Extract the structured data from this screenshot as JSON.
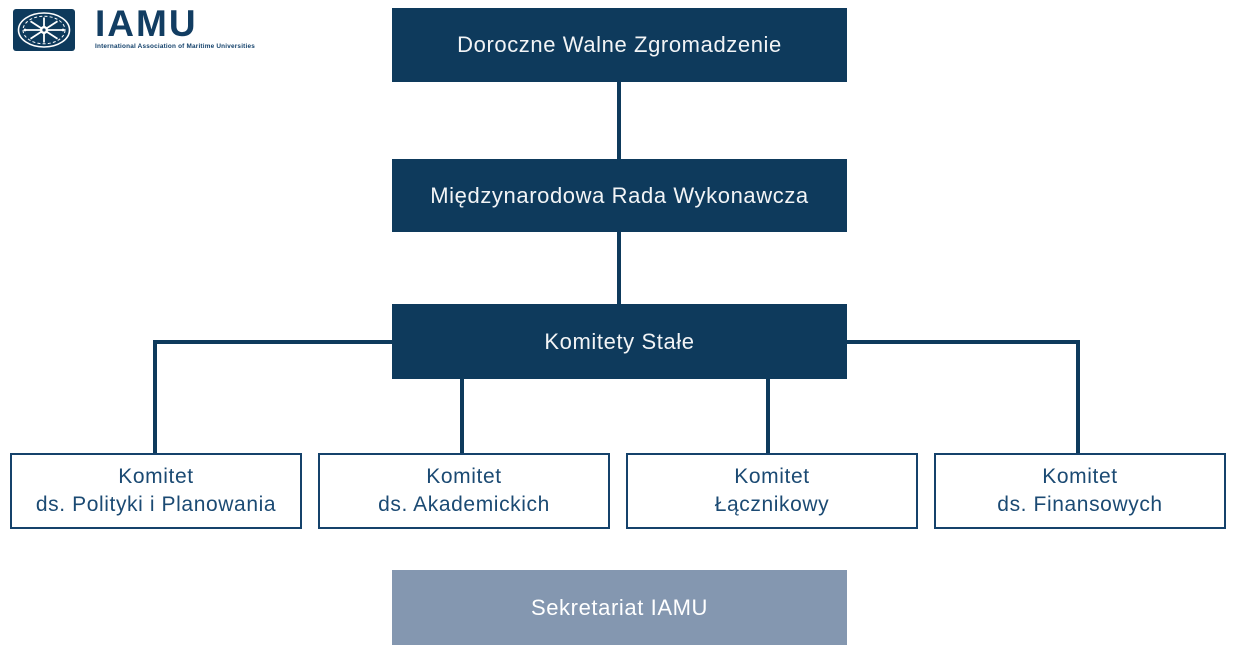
{
  "logo": {
    "acronym": "IAMU",
    "tagline": "International Association of Maritime Universities",
    "mark_icon": "compass-rose-icon"
  },
  "colors": {
    "navy": "#0e3a5c",
    "slate_blue": "#8497b0",
    "committee_text": "#1b4a73",
    "background": "#ffffff"
  },
  "diagram": {
    "type": "org-chart",
    "nodes": {
      "annual_general_assembly": {
        "label": "Doroczne Walne Zgromadzenie",
        "variant": "filled-navy"
      },
      "international_executive_board": {
        "label": "Międzynarodowa Rada Wykonawcza",
        "variant": "filled-navy"
      },
      "standing_committees": {
        "label": "Komitety Stałe",
        "variant": "filled-navy"
      },
      "committee_policy_planning": {
        "line1": "Komitet",
        "line2": "ds. Polityki i Planowania",
        "variant": "outline"
      },
      "committee_academic": {
        "line1": "Komitet",
        "line2": "ds. Akademickich",
        "variant": "outline"
      },
      "committee_liaison": {
        "line1": "Komitet",
        "line2": "Łącznikowy",
        "variant": "outline"
      },
      "committee_financial": {
        "line1": "Komitet",
        "line2": "ds. Finansowych",
        "variant": "outline"
      },
      "secretariat": {
        "label": "Sekretariat IAMU",
        "variant": "filled-slate"
      }
    },
    "edges": [
      {
        "from": "annual_general_assembly",
        "to": "international_executive_board"
      },
      {
        "from": "international_executive_board",
        "to": "standing_committees"
      },
      {
        "from": "standing_committees",
        "to": "committee_policy_planning"
      },
      {
        "from": "standing_committees",
        "to": "committee_academic"
      },
      {
        "from": "standing_committees",
        "to": "committee_liaison"
      },
      {
        "from": "standing_committees",
        "to": "committee_financial"
      }
    ]
  }
}
